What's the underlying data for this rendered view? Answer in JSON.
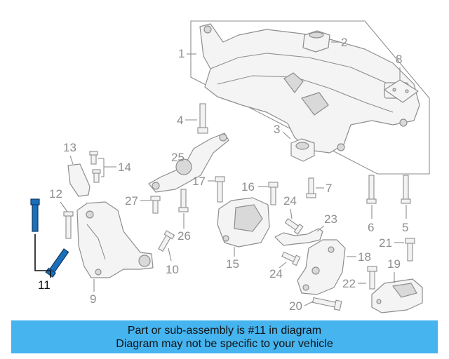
{
  "diagram": {
    "labels": [
      "1",
      "2",
      "3",
      "4",
      "5",
      "6",
      "7",
      "8",
      "9",
      "10",
      "11",
      "12",
      "13",
      "14",
      "15",
      "16",
      "17",
      "18",
      "19",
      "20",
      "21",
      "22",
      "23",
      "24",
      "24",
      "25",
      "26",
      "27"
    ],
    "highlighted_part": "11"
  },
  "banner": {
    "line1": "Part or sub-assembly is #11 in diagram",
    "line2": "Diagram may not be specific to your vehicle",
    "color": "#45b4ef"
  }
}
